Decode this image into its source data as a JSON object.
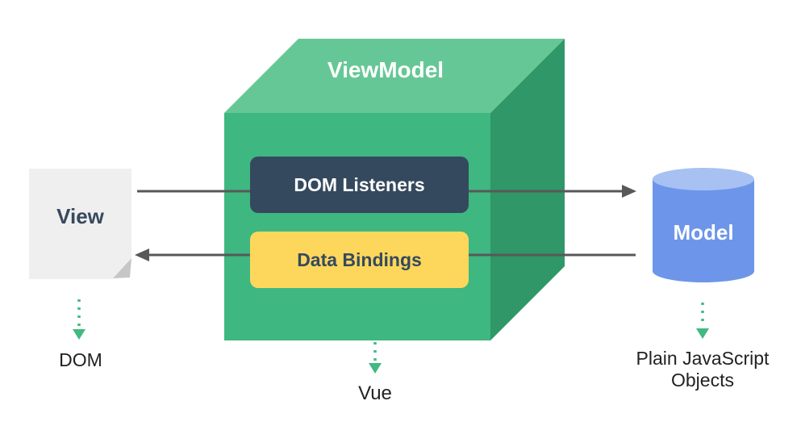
{
  "nodes": {
    "view": {
      "label": "View",
      "annotation": "DOM"
    },
    "viewmodel": {
      "label": "ViewModel",
      "annotation": "Vue"
    },
    "model": {
      "label": "Model",
      "annotation": "Plain JavaScript Objects"
    }
  },
  "components": {
    "dom_listeners": "DOM Listeners",
    "data_bindings": "Data Bindings"
  },
  "colors": {
    "cube_front": "#3eb780",
    "cube_top": "#65c795",
    "cube_side": "#2f9768",
    "dom_listeners_box": "#35495e",
    "data_bindings_box": "#fdd75c",
    "cylinder_body": "#6d96ea",
    "cylinder_top": "#a7c1f3",
    "paper": "#f0efef",
    "paper_fold": "#c7c6c6",
    "solid_arrow": "#58585a",
    "dotted_arrow": "#42b883",
    "dark_text": "#35495e",
    "annotation_text": "#222222"
  }
}
